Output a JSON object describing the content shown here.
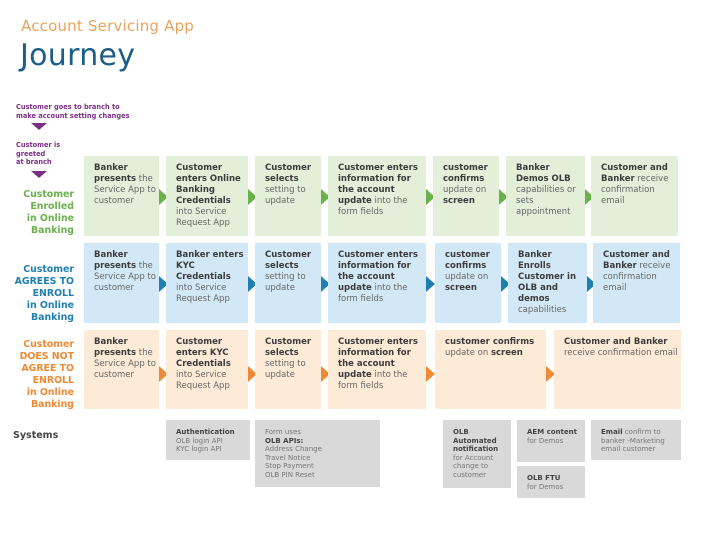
{
  "header": {
    "subtitle": "Account Servicing App",
    "title": "Journey"
  },
  "intro": {
    "step1": [
      "Customer goes to branch to",
      "make account setting changes"
    ],
    "step2": [
      "Customer is",
      "greeted",
      "at branch"
    ]
  },
  "colors": {
    "title_orange": "#e8a45c",
    "title_blue": "#1d5c86",
    "intro_purple": "#7a2f86",
    "green_row": "#e3efd9",
    "green_text": "#6ab04c",
    "blue_row": "#d3e8f6",
    "blue_text": "#1f7fb0",
    "orange_row": "#fdebd7",
    "orange_text": "#ee8a35",
    "systems_bg": "#d9d9d9"
  },
  "rows": [
    {
      "label": [
        "Customer",
        "Enrolled",
        "in Online",
        "Banking"
      ],
      "steps": [
        {
          "bold": "Banker presents",
          "rest": " the Service App to customer"
        },
        {
          "bold": "Customer enters Online Banking Credentials",
          "rest": " into Service Request App"
        },
        {
          "bold": "Customer selects",
          "rest": " setting to update"
        },
        {
          "bold": "Customer enters information for the account update",
          "rest": " into the form fields"
        },
        {
          "bold": "customer confirms",
          "rest": " update on ",
          "bold2": "screen"
        },
        {
          "bold": "Banker Demos OLB",
          "rest": " capabilities or sets appointment"
        },
        {
          "bold": "Customer and Banker",
          "rest": " receive confirmation email"
        }
      ]
    },
    {
      "label": [
        "Customer",
        "AGREES TO",
        "ENROLL",
        "in Online",
        "Banking"
      ],
      "steps": [
        {
          "bold": "Banker presents",
          "rest": " the Service App to customer"
        },
        {
          "bold": "Banker enters KYC Credentials",
          "rest": " into Service Request App"
        },
        {
          "bold": "Customer selects",
          "rest": " setting to update"
        },
        {
          "bold": "Customer enters information for the account update",
          "rest": " into the form fields"
        },
        {
          "bold": "customer confirms",
          "rest": " update on ",
          "bold2": "screen"
        },
        {
          "bold": "Banker Enrolls Customer in OLB and demos",
          "rest": " capabilities"
        },
        {
          "bold": "Customer and Banker",
          "rest": " receive confirmation email"
        }
      ]
    },
    {
      "label": [
        "Customer",
        "DOES NOT",
        "AGREE TO",
        "ENROLL",
        "in Online",
        "Banking"
      ],
      "steps": [
        {
          "bold": "Banker presents",
          "rest": " the Service App to customer"
        },
        {
          "bold": "Customer enters KYC Credentials",
          "rest": " into Service Request App"
        },
        {
          "bold": "Customer selects",
          "rest": " setting to update"
        },
        {
          "bold": "Customer enters information for the account update",
          "rest": " into the form fields"
        },
        {
          "bold": "customer confirms",
          "rest": " update on ",
          "bold2": "screen"
        },
        {
          "bold": "Customer and Banker",
          "rest": " receive confirmation email"
        }
      ]
    }
  ],
  "systems": {
    "label": "Systems",
    "boxes": [
      {
        "bold": "Authentication",
        "lines": [
          "OLB login API",
          "KYC login API"
        ]
      },
      {
        "pre": "Form uses",
        "bold": "OLB APIs:",
        "lines": [
          "Address Change",
          "Travel Notice",
          "Stop Payment",
          "OLB PIN Reset"
        ]
      },
      {
        "bold": "OLB Automated notification",
        "lines": [
          "for  Account",
          "change to",
          "customer"
        ]
      },
      {
        "bold": "AEM content",
        "rest": " for Demos"
      },
      {
        "bold": "OLB FTU",
        "lines": [
          "for Demos"
        ]
      },
      {
        "bold": "Email",
        "rest": " confirm to banker -Marketing email customer"
      }
    ]
  }
}
